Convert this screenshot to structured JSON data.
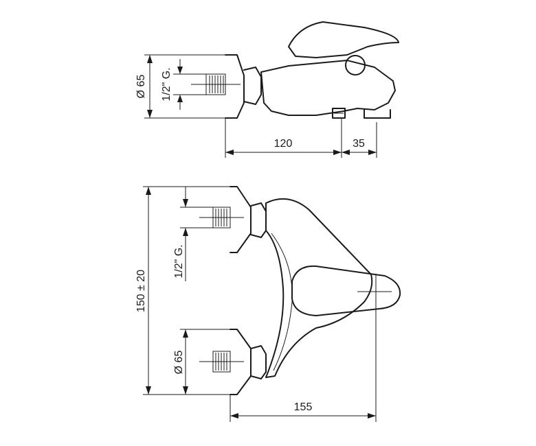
{
  "side_view": {
    "diameter_label": "Ø 65",
    "thread_label": "1/2\" G.",
    "length_120": "120",
    "length_35": "35"
  },
  "top_view": {
    "spacing_label": "150 ± 20",
    "thread_label": "1/2\" G.",
    "diameter_label": "Ø 65",
    "length_155": "155"
  }
}
